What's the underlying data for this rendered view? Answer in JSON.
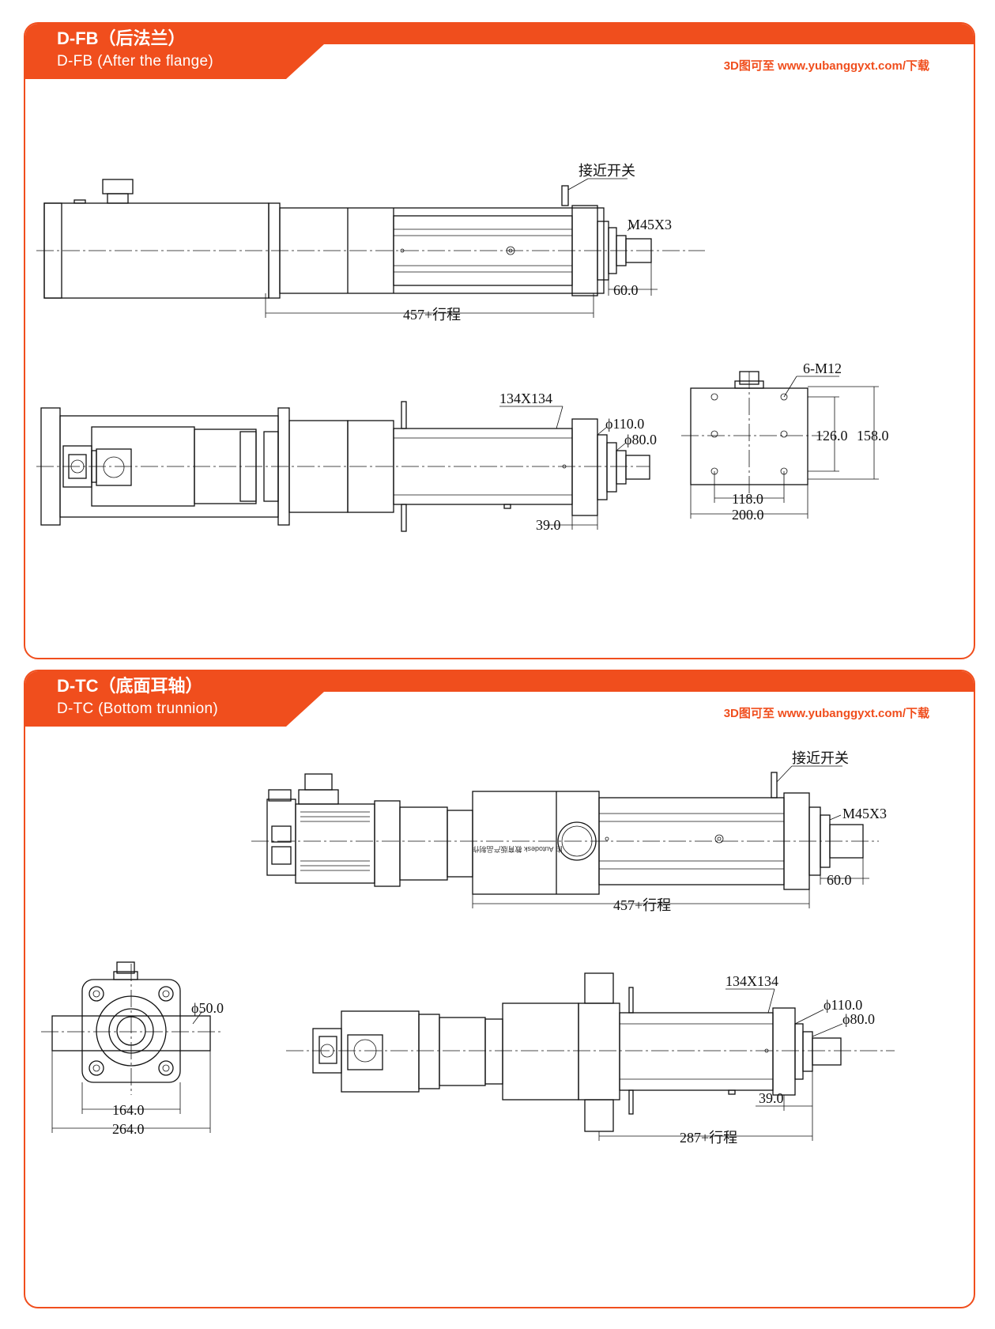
{
  "panels": [
    {
      "title": "D-FB（后法兰）",
      "subtitle": "D-FB (After the flange)",
      "download_note": "3D图可至 www.yubanggyxt.com/下载",
      "labels": {
        "sensor": "接近开关",
        "thread": "M45X3",
        "rod_ext": "60.0",
        "length": "457+行程",
        "square": "134X134",
        "dia1": "ϕ110.0",
        "dia2": "ϕ80.0",
        "flange": "39.0",
        "holes": "6-M12",
        "pitch_v": "126.0",
        "height": "158.0",
        "pitch_h": "118.0",
        "width": "200.0"
      }
    },
    {
      "title": "D-TC（底面耳轴）",
      "subtitle": "D-TC (Bottom trunnion)",
      "download_note": "3D图可至 www.yubanggyxt.com/下载",
      "labels": {
        "sensor": "接近开关",
        "thread": "M45X3",
        "rod_ext": "60.0",
        "length": "457+行程",
        "trunnion_dia": "ϕ50.0",
        "pitch": "164.0",
        "width": "264.0",
        "square": "134X134",
        "dia1": "ϕ110.0",
        "dia2": "ϕ80.0",
        "flange": "39.0",
        "pivot": "287+行程",
        "watermark": "由 Autodesk 教育版产品制作"
      }
    }
  ],
  "colors": {
    "accent": "#f04e1d",
    "line": "#111111"
  }
}
